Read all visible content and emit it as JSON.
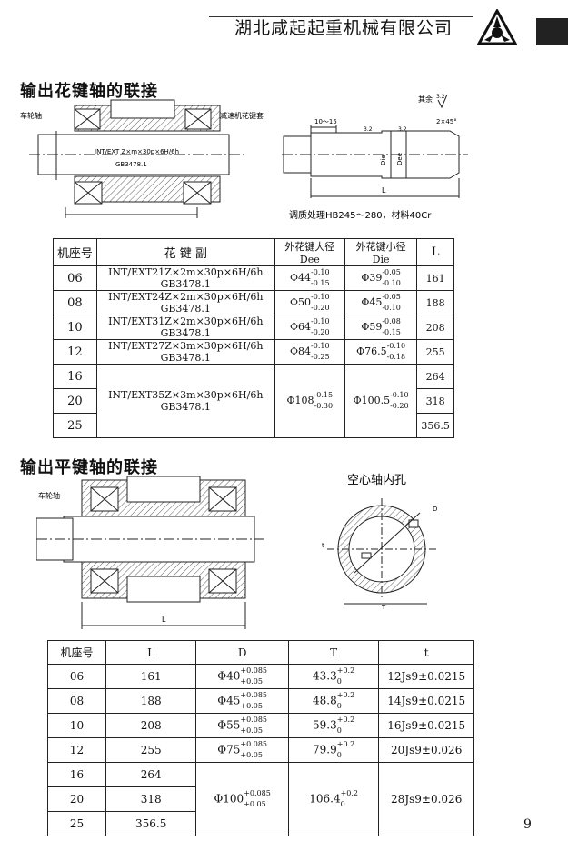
{
  "header": {
    "company": "湖北咸起起重机械有限公司"
  },
  "section1": {
    "title": "输出花键轴的联接",
    "fig_labels": {
      "wheel_shaft": "车轮轴",
      "reducer_sleeve": "减速机花键套",
      "spline_line1": "INT/EXT Z×m×30p×6H/6h",
      "spline_line2": "GB3478.1",
      "dim_10_15": "10～15",
      "chamfer": "2×45°",
      "rest": "其余",
      "dee": "Dee",
      "die": "Die",
      "l": "L",
      "r1": "3.2",
      "r2": "3.2",
      "r3": "3.2",
      "note": "调质处理HB245～280，材料40Cr"
    },
    "table": {
      "headers": {
        "seat": "机座号",
        "spline": "花 键 副",
        "outer_big": "外花键大径",
        "dee": "Dee",
        "outer_small": "外花键小径",
        "die": "Die",
        "l": "L"
      },
      "rows": [
        {
          "seat": "06",
          "spline1": "INT/EXT21Z×2m×30p×6H/6h",
          "spline2": "GB3478.1",
          "dee": "Φ44",
          "dee_u": "-0.10",
          "dee_l": "-0.15",
          "die": "Φ39",
          "die_u": "-0.05",
          "die_l": "-0.10",
          "l": "161"
        },
        {
          "seat": "08",
          "spline1": "INT/EXT24Z×2m×30p×6H/6h",
          "spline2": "GB3478.1",
          "dee": "Φ50",
          "dee_u": "-0.10",
          "dee_l": "-0.20",
          "die": "Φ45",
          "die_u": "-0.05",
          "die_l": "-0.10",
          "l": "188"
        },
        {
          "seat": "10",
          "spline1": "INT/EXT31Z×2m×30p×6H/6h",
          "spline2": "GB3478.1",
          "dee": "Φ64",
          "dee_u": "-0.10",
          "dee_l": "-0.20",
          "die": "Φ59",
          "die_u": "-0.08",
          "die_l": "-0.15",
          "l": "208"
        },
        {
          "seat": "12",
          "spline1": "INT/EXT27Z×3m×30p×6H/6h",
          "spline2": "GB3478.1",
          "dee": "Φ84",
          "dee_u": "-0.10",
          "dee_l": "-0.25",
          "die": "Φ76.5",
          "die_u": "-0.10",
          "die_l": "-0.18",
          "l": "255"
        }
      ],
      "group": {
        "seats": [
          "16",
          "20",
          "25"
        ],
        "ls": [
          "264",
          "318",
          "356.5"
        ],
        "spline1": "INT/EXT35Z×3m×30p×6H/6h",
        "spline2": "GB3478.1",
        "dee": "Φ108",
        "dee_u": "-0.15",
        "dee_l": "-0.30",
        "die": "Φ100.5",
        "die_u": "-0.10",
        "die_l": "-0.20"
      }
    }
  },
  "section2": {
    "title": "输出平键轴的联接",
    "fig_labels": {
      "wheel_shaft": "车轮轴",
      "l": "L",
      "hollow_title": "空心轴内孔",
      "d": "D",
      "t": "t",
      "T": "T"
    },
    "table": {
      "headers": {
        "seat": "机座号",
        "l": "L",
        "d": "D",
        "T": "T",
        "t": "t"
      },
      "rows": [
        {
          "seat": "06",
          "l": "161",
          "d": "Φ40",
          "d_u": "+0.085",
          "d_l": "+0.05",
          "T": "43.3",
          "T_u": "+0.2",
          "T_l": "0",
          "t": "12Js9±0.0215"
        },
        {
          "seat": "08",
          "l": "188",
          "d": "Φ45",
          "d_u": "+0.085",
          "d_l": "+0.05",
          "T": "48.8",
          "T_u": "+0.2",
          "T_l": "0",
          "t": "14Js9±0.0215"
        },
        {
          "seat": "10",
          "l": "208",
          "d": "Φ55",
          "d_u": "+0.085",
          "d_l": "+0.05",
          "T": "59.3",
          "T_u": "+0.2",
          "T_l": "0",
          "t": "16Js9±0.0215"
        },
        {
          "seat": "12",
          "l": "255",
          "d": "Φ75",
          "d_u": "+0.085",
          "d_l": "+0.05",
          "T": "79.9",
          "T_u": "+0.2",
          "T_l": "0",
          "t": "20Js9±0.026"
        }
      ],
      "group": {
        "seats": [
          "16",
          "20",
          "25"
        ],
        "ls": [
          "264",
          "318",
          "356.5"
        ],
        "d": "Φ100",
        "d_u": "+0.085",
        "d_l": "+0.05",
        "T": "106.4",
        "T_u": "+0.2",
        "T_l": "0",
        "t": "28Js9±0.026"
      }
    }
  },
  "page_number": "9"
}
